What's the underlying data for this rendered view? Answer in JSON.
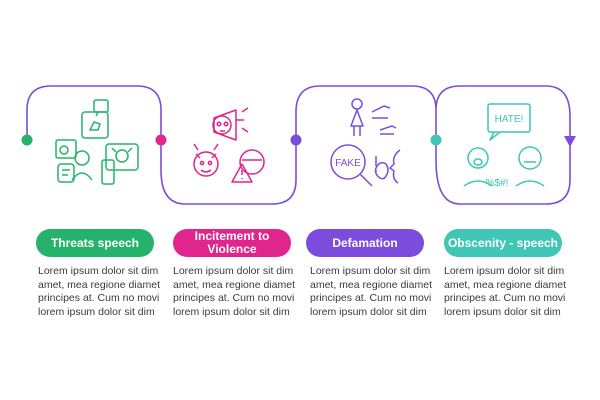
{
  "colors": {
    "track": "#7c4ddc",
    "green": "#25b36b",
    "magenta": "#e0258c",
    "purple": "#7c4ddc",
    "teal": "#3fc6b4"
  },
  "steps": [
    {
      "label": "Threats speech",
      "description": "Lorem ipsum dolor sit dim amet, mea regione diamet principes at. Cum no movi lorem ipsum dolor sit dim",
      "color": "#25b36b",
      "icon": "threats-speech-icon"
    },
    {
      "label": "Incitement to Violence",
      "description": "Lorem ipsum dolor sit dim amet, mea regione diamet principes at. Cum no movi lorem ipsum dolor sit dim",
      "color": "#e0258c",
      "icon": "incitement-violence-icon"
    },
    {
      "label": "Defamation",
      "description": "Lorem ipsum dolor sit dim amet, mea regione diamet principes at. Cum no movi lorem ipsum dolor sit dim",
      "color": "#7c4ddc",
      "icon": "defamation-icon"
    },
    {
      "label": "Obscenity - speech",
      "description": "Lorem ipsum dolor sit dim amet, mea regione diamet principes at. Cum no movi lorem ipsum dolor sit dim",
      "color": "#3fc6b4",
      "icon": "obscenity-speech-icon"
    }
  ],
  "icon_text": {
    "fake": "FAKE",
    "hate": "HATE!",
    "symbols": "%$#!"
  }
}
